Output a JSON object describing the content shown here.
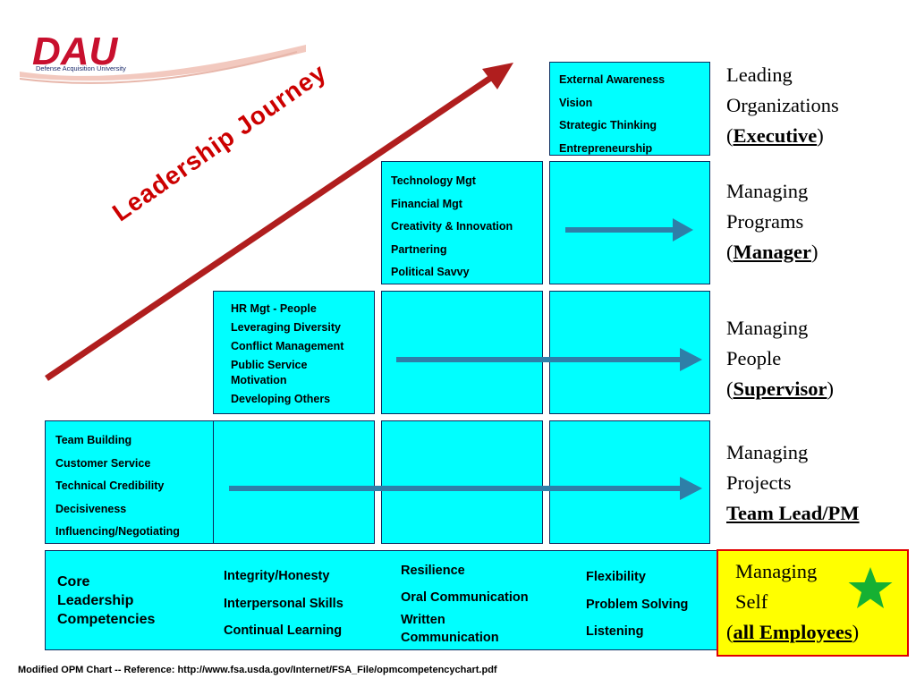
{
  "logo": {
    "letters": "DAU",
    "subtitle": "Defense Acquisition University"
  },
  "journey_label": "Leadership Journey",
  "levels": [
    {
      "line1": "Leading",
      "line2": "Organizations",
      "role": "Executive",
      "paren": true
    },
    {
      "line1": "Managing",
      "line2": "Programs",
      "role": "Manager",
      "paren": true
    },
    {
      "line1": "Managing",
      "line2": "People",
      "role": "Supervisor",
      "paren": true
    },
    {
      "line1": "Managing",
      "line2": "Projects",
      "role": "Team Lead/PM",
      "paren": false
    },
    {
      "line1": "Managing",
      "line2": "Self",
      "role": "all Employees",
      "paren": true
    }
  ],
  "competencies": {
    "executive": [
      "External Awareness",
      "Vision",
      "Strategic Thinking",
      "Entrepreneurship"
    ],
    "manager": [
      "Technology Mgt",
      "Financial Mgt",
      "Creativity & Innovation",
      "Partnering",
      "Political Savvy"
    ],
    "supervisor": [
      "HR Mgt - People",
      "Leveraging Diversity",
      "Conflict Management",
      "Public Service Motivation",
      "Developing Others"
    ],
    "team_lead": [
      "Team Building",
      "Customer Service",
      "Technical Credibility",
      "Decisiveness",
      "Influencing/Negotiating"
    ]
  },
  "core": {
    "label": [
      "Core",
      "Leadership",
      "Competencies"
    ],
    "col1": [
      "Integrity/Honesty",
      "Interpersonal Skills",
      "Continual Learning"
    ],
    "col2": [
      "Resilience",
      "Oral Communication",
      "Written Communication"
    ],
    "col3": [
      "Flexibility",
      "Problem Solving",
      "Listening"
    ]
  },
  "footer": "Modified OPM Chart -- Reference:   http://www.fsa.usda.gov/Internet/FSA_File/opmcompetencychart.pdf",
  "colors": {
    "box_fill": "#00ffff",
    "arrow_blue": "#2e7fa8",
    "journey_red": "#b01e1e",
    "self_fill": "#ffff00",
    "star": "#16b033"
  }
}
